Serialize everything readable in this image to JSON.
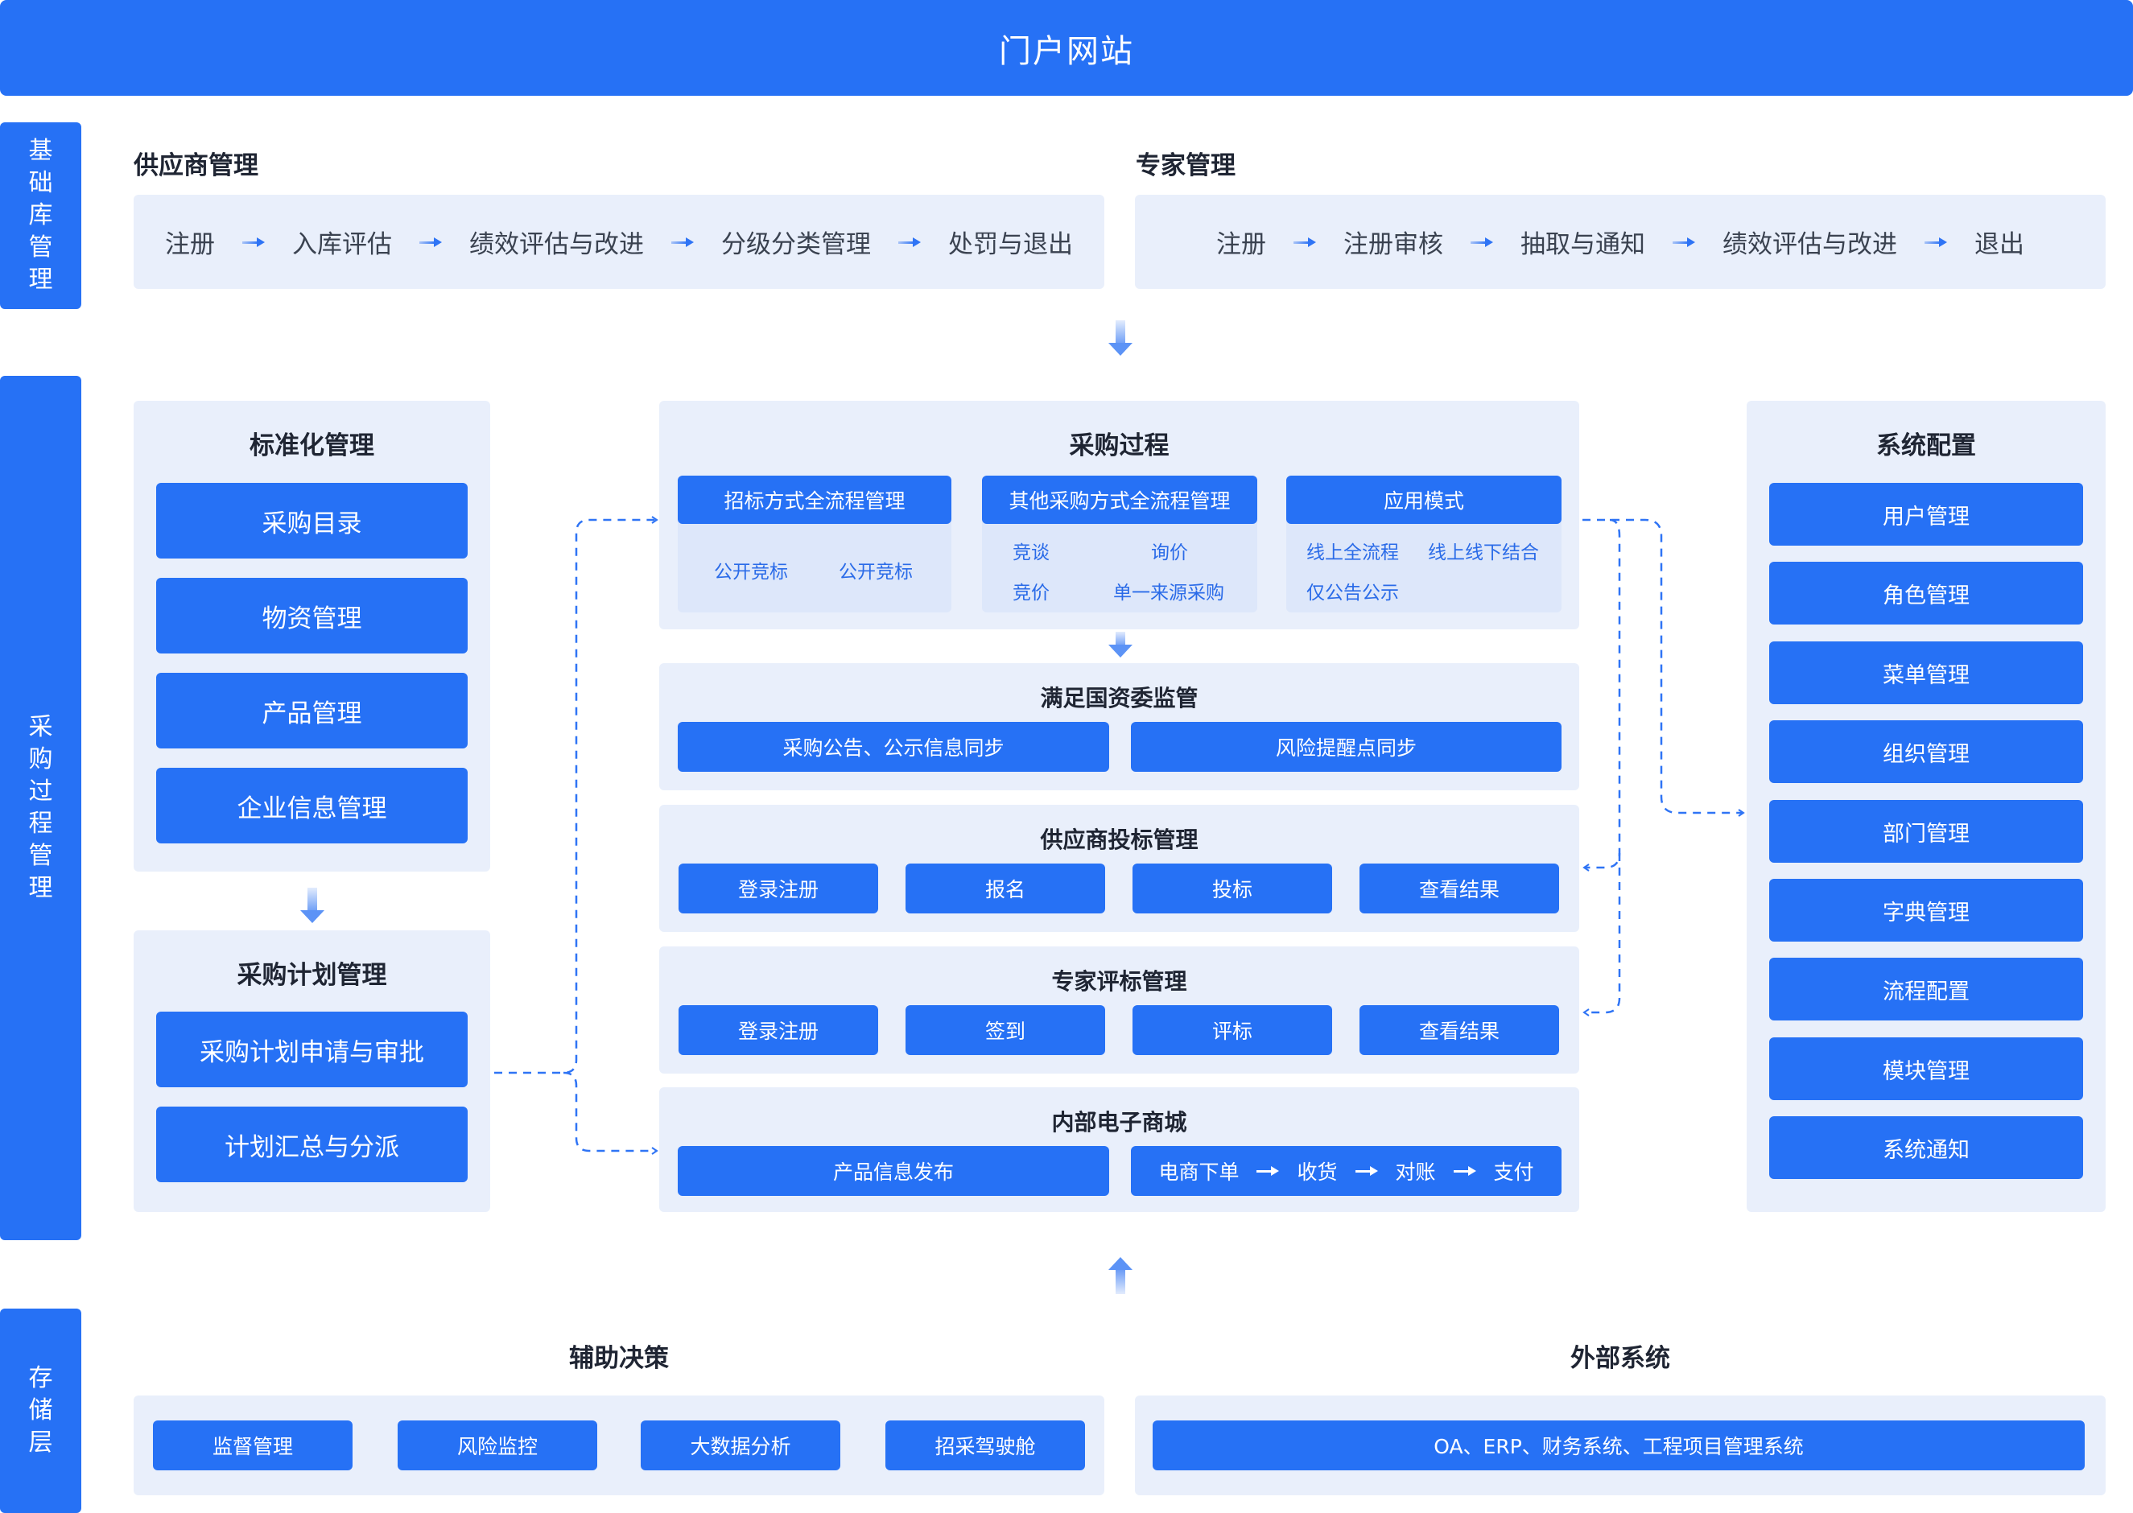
{
  "header": {
    "title": "门户网站"
  },
  "side_labels": {
    "basic": "基础库管理",
    "process": "采购过程管理",
    "storage": "存储层"
  },
  "supplier_mgmt": {
    "title": "供应商管理",
    "steps": [
      "注册",
      "入库评估",
      "绩效评估与改进",
      "分级分类管理",
      "处罚与退出"
    ]
  },
  "expert_mgmt": {
    "title": "专家管理",
    "steps": [
      "注册",
      "注册审核",
      "抽取与通知",
      "绩效评估与改进",
      "退出"
    ]
  },
  "standard_mgmt": {
    "title": "标准化管理",
    "items": [
      "采购目录",
      "物资管理",
      "产品管理",
      "企业信息管理"
    ]
  },
  "plan_mgmt": {
    "title": "采购计划管理",
    "items": [
      "采购计划申请与审批",
      "计划汇总与分派"
    ]
  },
  "process": {
    "title": "采购过程",
    "tender": {
      "label": "招标方式全流程管理",
      "subs": [
        "公开竞标",
        "公开竞标"
      ]
    },
    "other": {
      "label": "其他采购方式全流程管理",
      "subs": [
        "竞谈",
        "询价",
        "竞价",
        "单一来源采购"
      ]
    },
    "mode": {
      "label": "应用模式",
      "subs": [
        "线上全流程",
        "线上线下结合",
        "仅公告公示"
      ]
    }
  },
  "sasac": {
    "title": "满足国资委监管",
    "items": [
      "采购公告、公示信息同步",
      "风险提醒点同步"
    ]
  },
  "bid_mgmt": {
    "title": "供应商投标管理",
    "items": [
      "登录注册",
      "报名",
      "投标",
      "查看结果"
    ]
  },
  "eval_mgmt": {
    "title": "专家评标管理",
    "items": [
      "登录注册",
      "签到",
      "评标",
      "查看结果"
    ]
  },
  "mall": {
    "title": "内部电子商城",
    "publish": "产品信息发布",
    "flow": [
      "电商下单",
      "收货",
      "对账",
      "支付"
    ]
  },
  "sys_config": {
    "title": "系统配置",
    "items": [
      "用户管理",
      "角色管理",
      "菜单管理",
      "组织管理",
      "部门管理",
      "字典管理",
      "流程配置",
      "模块管理",
      "系统通知"
    ]
  },
  "decision": {
    "title": "辅助决策",
    "items": [
      "监督管理",
      "风险监控",
      "大数据分析",
      "招采驾驶舱"
    ]
  },
  "external": {
    "title": "外部系统",
    "item": "OA、ERP、财务系统、工程项目管理系统"
  },
  "colors": {
    "primary": "#2671f5",
    "panel": "#e9effb",
    "text": "#1f2533"
  }
}
